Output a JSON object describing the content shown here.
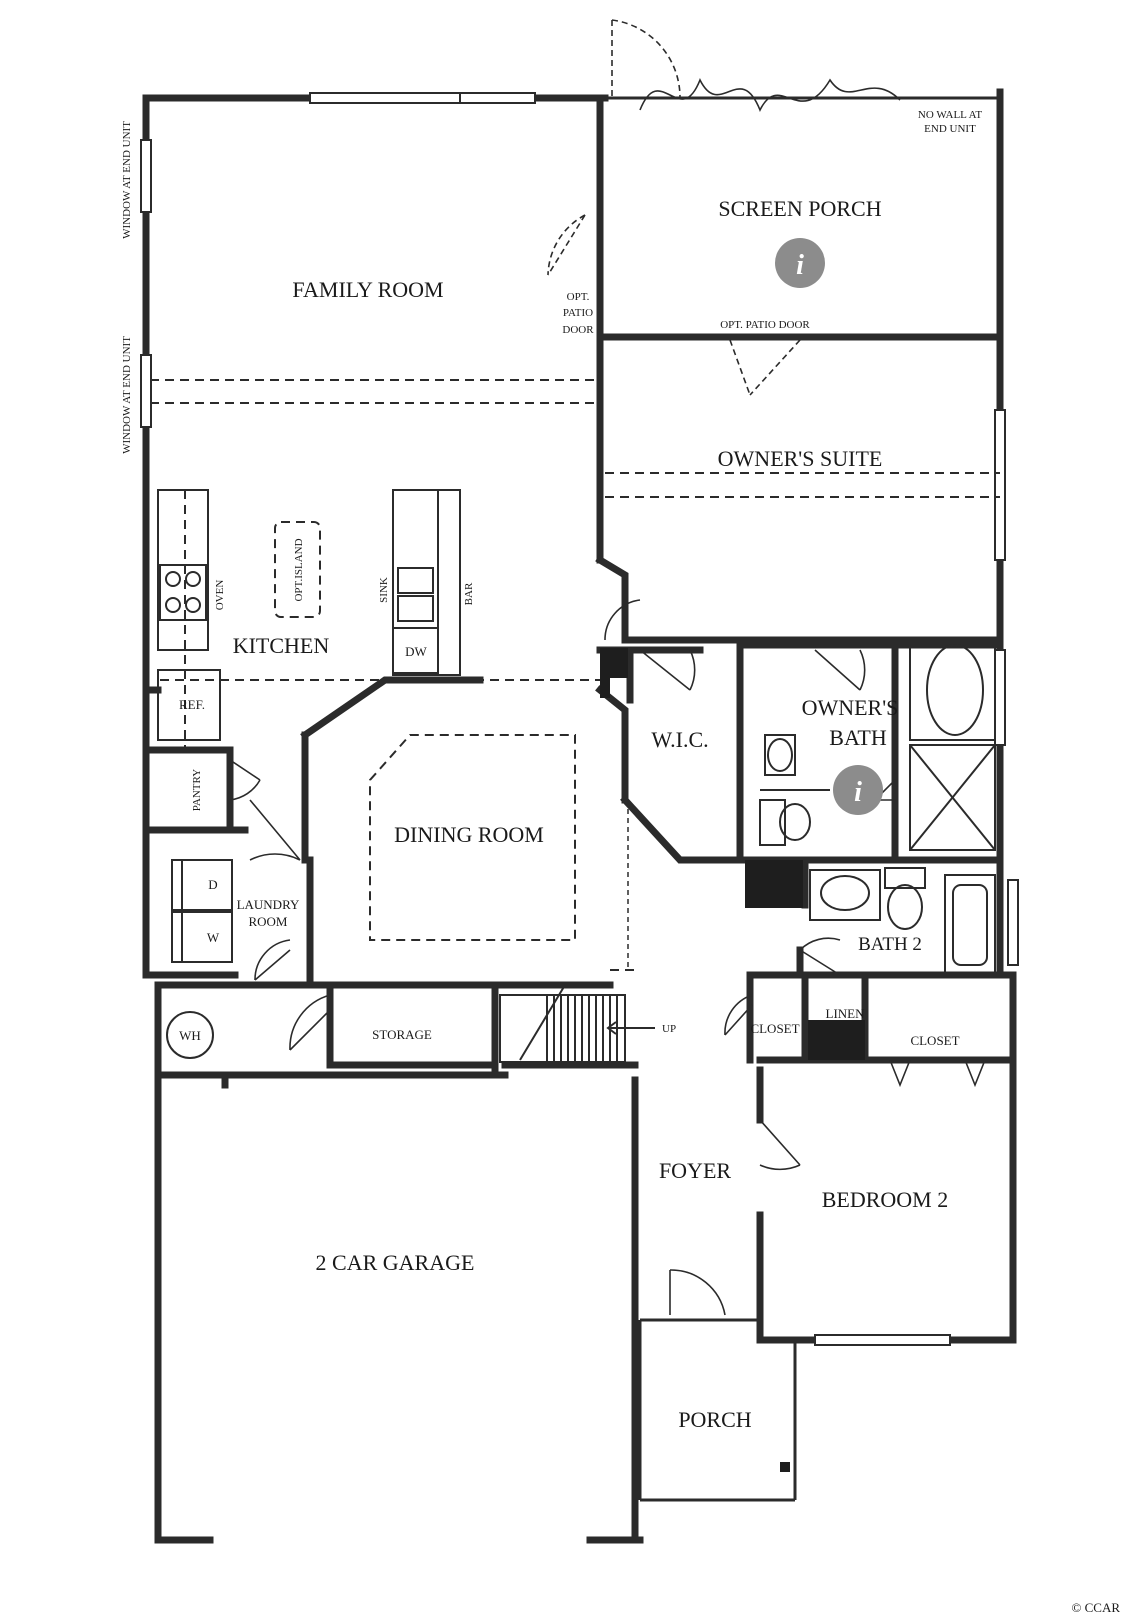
{
  "rooms": {
    "family_room": "FAMILY ROOM",
    "screen_porch": "SCREEN PORCH",
    "owners_suite": "OWNER'S SUITE",
    "kitchen": "KITCHEN",
    "dining_room": "DINING ROOM",
    "wic": "W.I.C.",
    "owners_bath_line1": "OWNER'S",
    "owners_bath_line2": "BATH",
    "laundry_line1": "LAUNDRY",
    "laundry_line2": "ROOM",
    "bath2": "BATH 2",
    "storage": "STORAGE",
    "closet_left": "CLOSET",
    "linen": "LINEN",
    "closet_right": "CLOSET",
    "foyer": "FOYER",
    "bedroom2": "BEDROOM 2",
    "garage": "2 CAR GARAGE",
    "porch": "PORCH"
  },
  "fixtures": {
    "oven": "OVEN",
    "opt_island": "OPT.ISLAND",
    "sink": "SINK",
    "bar": "BAR",
    "dw": "DW",
    "ref": "REF.",
    "pantry": "PANTRY",
    "dryer": "D",
    "washer": "W",
    "water_heater": "WH",
    "up": "UP"
  },
  "notes": {
    "window_end_unit_1": "WINDOW AT END UNIT",
    "window_end_unit_2": "WINDOW AT END UNIT",
    "opt_patio_door_line1": "OPT.",
    "opt_patio_door_line2": "PATIO",
    "opt_patio_door_line3": "DOOR",
    "opt_patio_door_2": "OPT. PATIO DOOR",
    "no_wall_line1": "NO WALL AT",
    "no_wall_line2": "END UNIT"
  },
  "info_icon_glyph": "i",
  "copyright": "© CCAR"
}
